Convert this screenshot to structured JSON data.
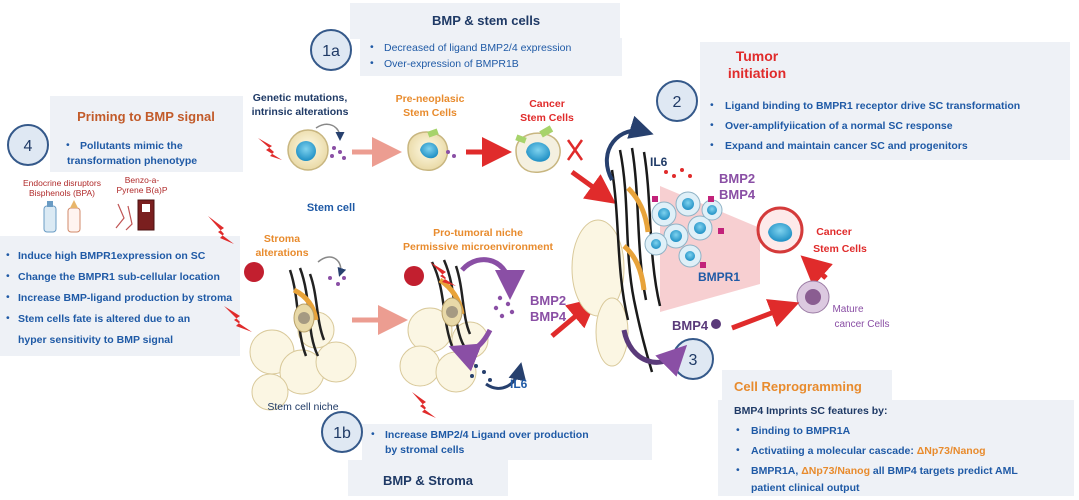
{
  "panels": {
    "bmp_stem": {
      "title": "BMP & stem cells",
      "badge": "1a",
      "bullets": [
        "Decreased  of ligand BMP2/4 expression",
        "Over-expression of BMPR1B"
      ]
    },
    "tumor": {
      "title_line1": "Tumor",
      "title_line2": "initiation",
      "badge": "2",
      "bullets": [
        "Ligand binding to BMPR1 receptor drive SC transformation",
        "Over-amplifyiication of a normal SC response",
        "Expand and maintain cancer SC and progenitors"
      ]
    },
    "priming": {
      "title": "Priming to BMP signal",
      "badge": "4",
      "bullets": [
        "Pollutants mimic the",
        "transformation phenotype"
      ]
    },
    "left_list": {
      "bullets": [
        "Induce high BMPR1expression on SC",
        "Change the BMPR1 sub-cellular location",
        "Increase BMP-ligand production by stroma",
        "Stem cells fate is altered due to an",
        "hyper sensitivity to BMP signal"
      ]
    },
    "bmp_stroma": {
      "title": "BMP & Stroma",
      "badge": "1b",
      "bullets": [
        "Increase BMP2/4 Ligand over production",
        "by stromal cells"
      ]
    },
    "reprogramming": {
      "title": "Cell Reprogramming",
      "badge": "3",
      "intro": "BMP4 Imprints SC features  by:",
      "bullets": [
        "Binding to BMPR1A",
        "Activatiing a molecular cascade: ",
        "BMPR1A, ",
        "patient clinical output"
      ],
      "highlight": "ΔNp73/Nanog",
      "line3_rest": " all  BMP4 targets predict AML"
    }
  },
  "labels": {
    "genetic": [
      "Genetic mutations,",
      "intrinsic alterations"
    ],
    "preneoplasic": [
      "Pre-neoplasic",
      "Stem Cells"
    ],
    "cancer_stem_top": [
      "Cancer",
      "Stem Cells"
    ],
    "endocrine": [
      "Endocrine disruptors",
      "Bisphenols (BPA)"
    ],
    "benzo": [
      "Benzo-a-",
      "Pyrene B(a)P"
    ],
    "stem_cell": "Stem cell",
    "stroma_alt": [
      "Stroma",
      "alterations"
    ],
    "pro_niche": [
      "Pro-tumoral niche",
      "Permissive microenvironment"
    ],
    "stem_niche": "Stem cell niche",
    "bmp2": "BMP2",
    "bmp4": "BMP4",
    "il6": "IL6",
    "bmpr1": "BMPR1",
    "cancer_stem_right": [
      "Cancer",
      "Stem Cells"
    ],
    "mature": [
      "Mature",
      "cancer Cells"
    ]
  },
  "colors": {
    "panel_bg": "#eef1f6",
    "badge_fill": "#dfe8f3",
    "badge_stroke": "#35598a",
    "navy_text": "#1f3a66",
    "bullet_blue": "#1f5aa6",
    "orange": "#e88b2d",
    "red": "#e02b2b",
    "purple": "#8a4fa5",
    "pink": "#f6c7c9"
  }
}
